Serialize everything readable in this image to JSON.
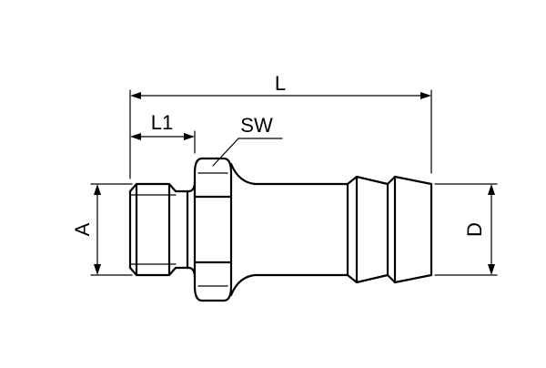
{
  "drawing": {
    "stroke_color": "#000000",
    "background_color": "#ffffff",
    "labels": {
      "length_total": "L",
      "length_thread": "L1",
      "wrench_size": "SW",
      "thread_diameter": "A",
      "hose_diameter": "D"
    }
  }
}
